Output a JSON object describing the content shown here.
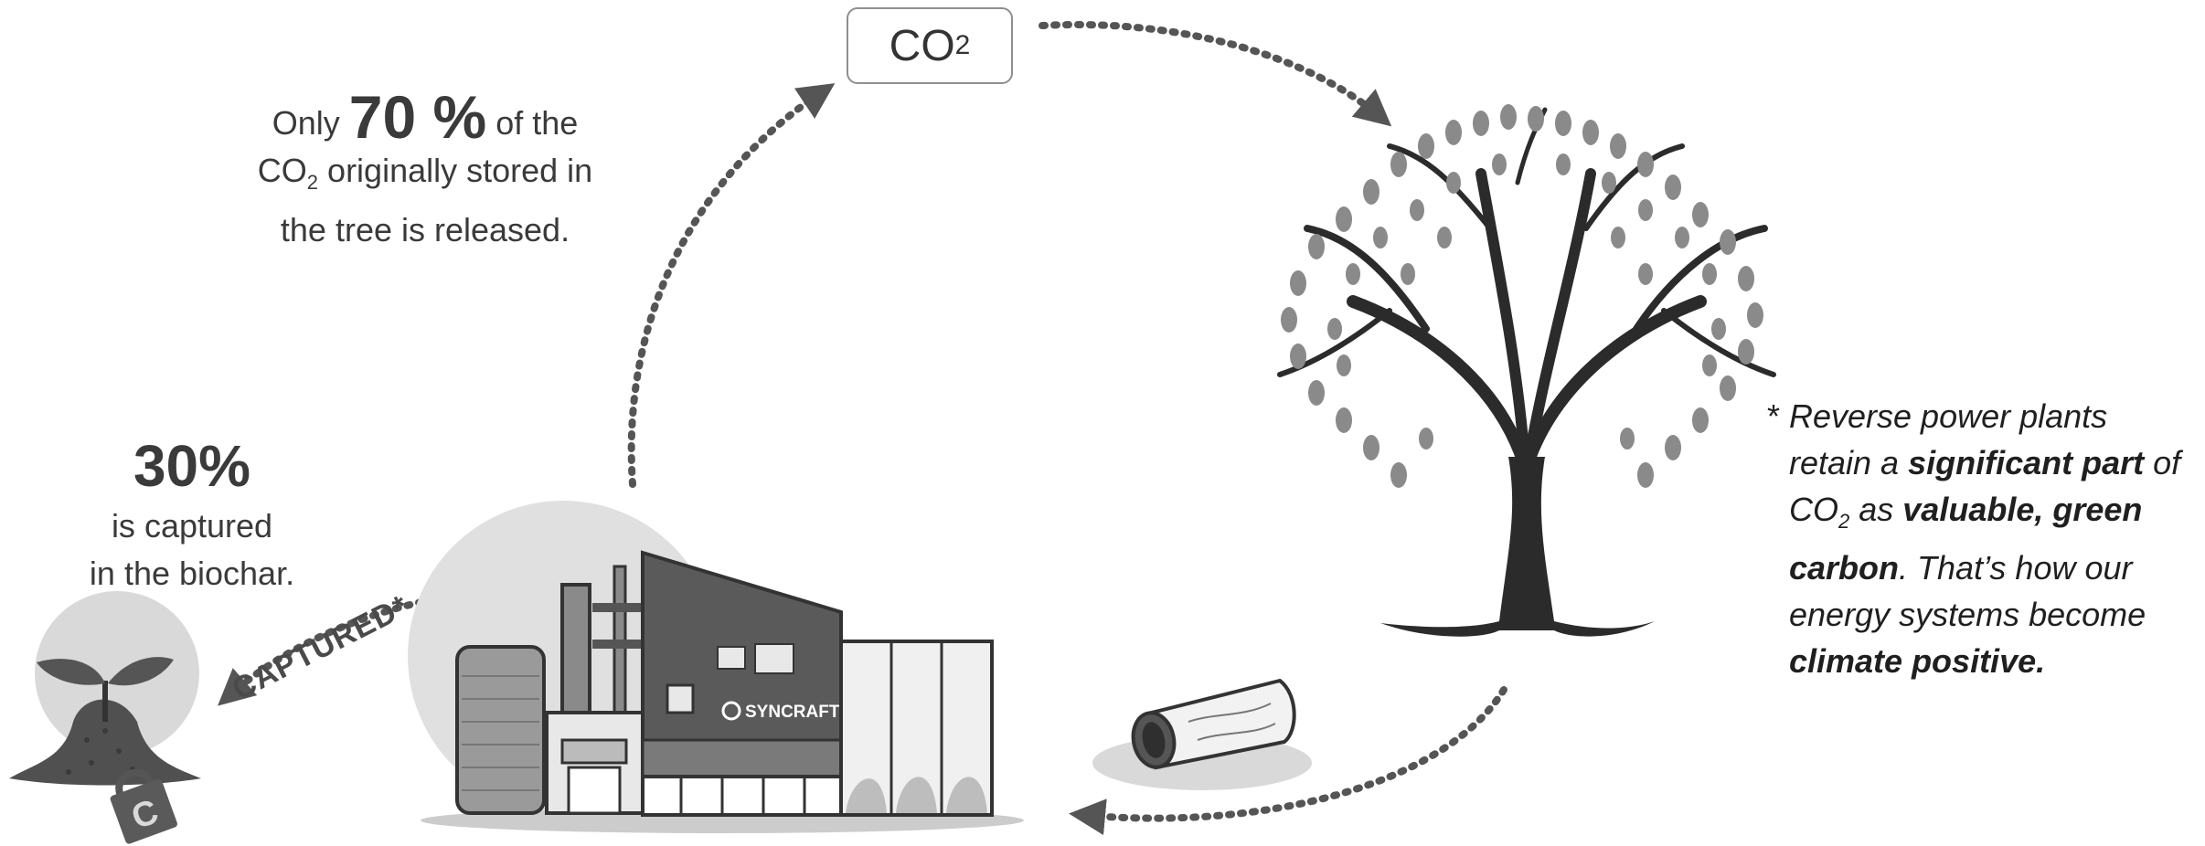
{
  "co2_box": {
    "base": "CO",
    "sub": "2"
  },
  "released": {
    "pre": "Only ",
    "value": "70 %",
    "post": " of the",
    "line2_base": "CO",
    "line2_sub": "2",
    "line2_rest": " originally stored in",
    "line3": "the tree is released."
  },
  "captured": {
    "value": "30%",
    "line1": "is captured",
    "line2": "in the biochar."
  },
  "arrow_label": "CAPTURED*",
  "plant_brand": "SYNCRAFT",
  "lock_letter": "C",
  "note": {
    "star": "*",
    "t1": "Reverse power plants retain a ",
    "b1": "significant part",
    "t2": " of CO",
    "sub": "2",
    "t3": " as ",
    "b2": "valuable, green carbon",
    "t4": ". That’s how our energy systems become ",
    "b3": "climate positive."
  },
  "colors": {
    "arrow": "#555555",
    "circle_bg": "#d9d9d9",
    "tree": "#2b2b2b",
    "leaf": "#8a8a8a",
    "building_dark": "#5a5a5a",
    "building_light": "#cfcfcf"
  }
}
